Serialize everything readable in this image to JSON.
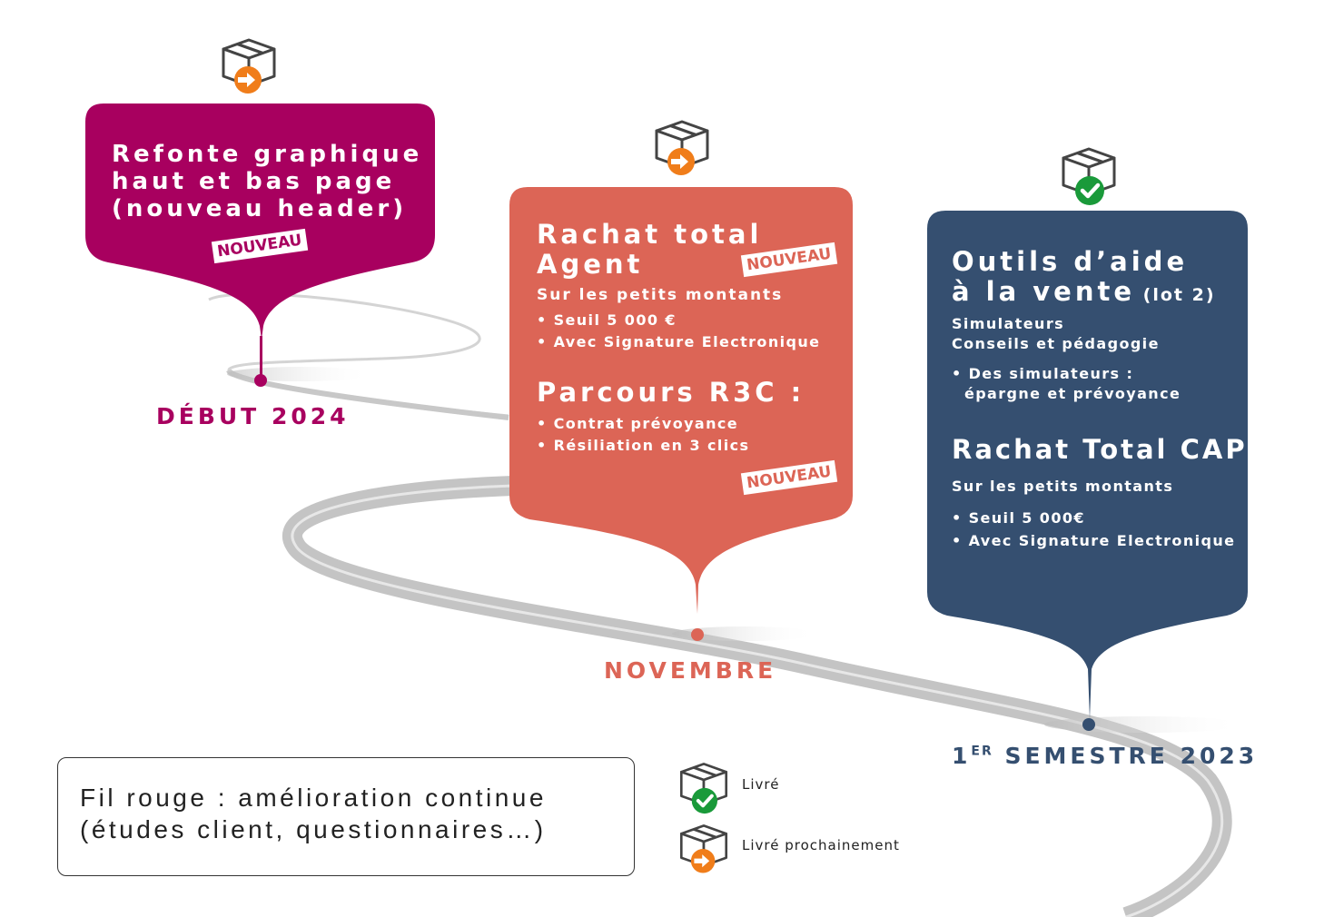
{
  "colors": {
    "magenta": "#a8005f",
    "salmon": "#dc6556",
    "navy": "#354f70",
    "road": "#c4c4c4",
    "orange": "#f07d1a",
    "green": "#1a9a3a"
  },
  "milestones": [
    {
      "date_label": "DÉBUT 2024",
      "status_icon": "box-delivery-soon-icon",
      "title_lines": [
        "Refonte graphique",
        "haut et bas page",
        "(nouveau header)"
      ],
      "badge": "NOUVEAU"
    },
    {
      "date_label": "NOVEMBRE",
      "status_icon": "box-delivery-soon-icon",
      "title_lines": [
        "Rachat total",
        "Agent"
      ],
      "badge_1": "NOUVEAU",
      "subtitle": "Sur les petits montants",
      "bullets_1": [
        "• Seuil 5 000 €",
        "• Avec Signature Electronique"
      ],
      "title_2": "Parcours R3C :",
      "bullets_2": [
        "• Contrat prévoyance",
        "• Résiliation en 3 clics"
      ],
      "badge_2": "NOUVEAU"
    },
    {
      "date_label_prefix": "1",
      "date_label_sup": "ER",
      "date_label_rest": " SEMESTRE 2023",
      "status_icon": "box-delivered-icon",
      "title_line_1": "Outils d’aide",
      "title_line_2_main": "à la vente",
      "title_line_2_small": " (lot 2)",
      "sublines": [
        "Simulateurs",
        "Conseils et pédagogie"
      ],
      "bullets_1": [
        "• Des simulateurs :",
        "  épargne et prévoyance"
      ],
      "title_2": "Rachat Total CAP",
      "subtitle_2": "Sur les petits montants",
      "bullets_2": [
        "• Seuil 5 000€",
        "• Avec Signature Electronique"
      ]
    }
  ],
  "legend": {
    "box_lines": [
      "Fil rouge : amélioration continue",
      "(études client, questionnaires…)"
    ],
    "delivered_label": "Livré",
    "soon_label": "Livré prochainement"
  }
}
